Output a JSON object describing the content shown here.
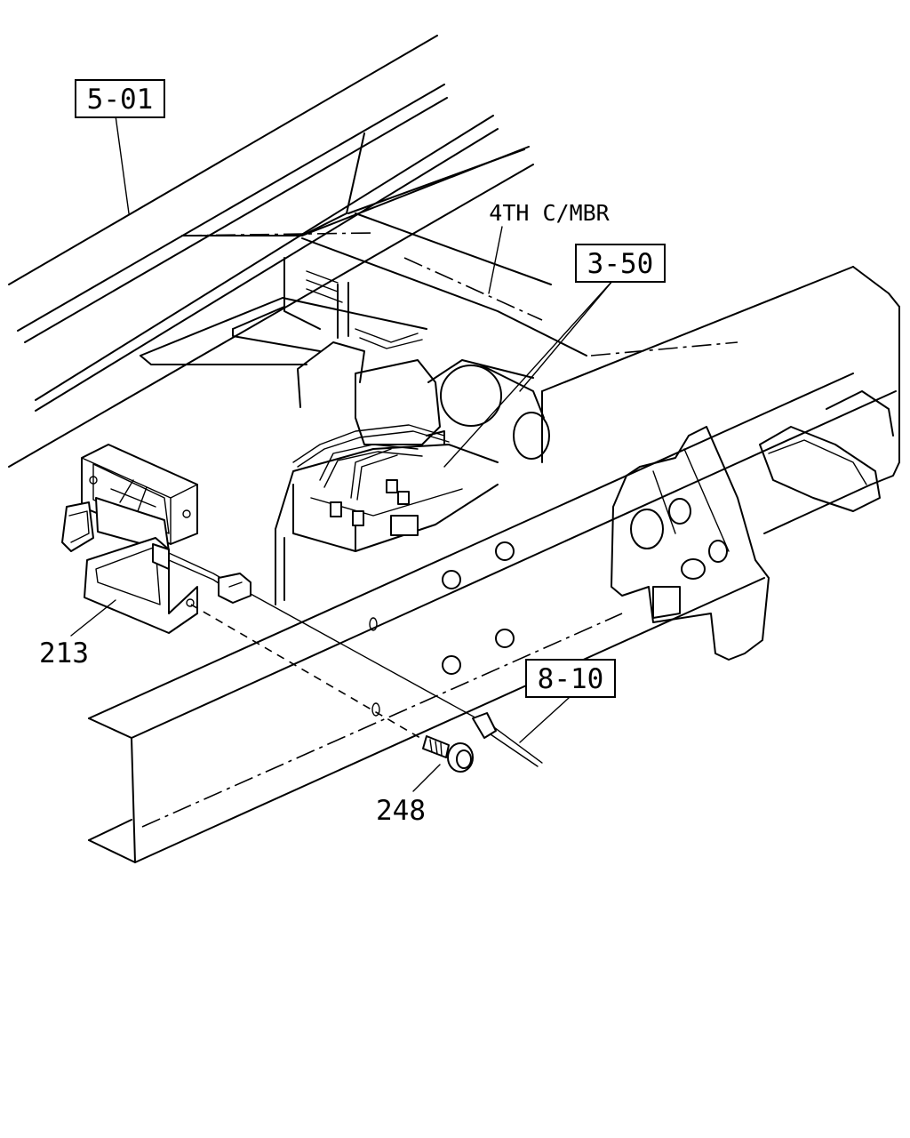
{
  "callouts": {
    "ref_5_01": "5-01",
    "ref_3_50": "3-50",
    "ref_8_10": "8-10",
    "part_213": "213",
    "part_248": "248",
    "crossmember": "4TH C/MBR"
  }
}
